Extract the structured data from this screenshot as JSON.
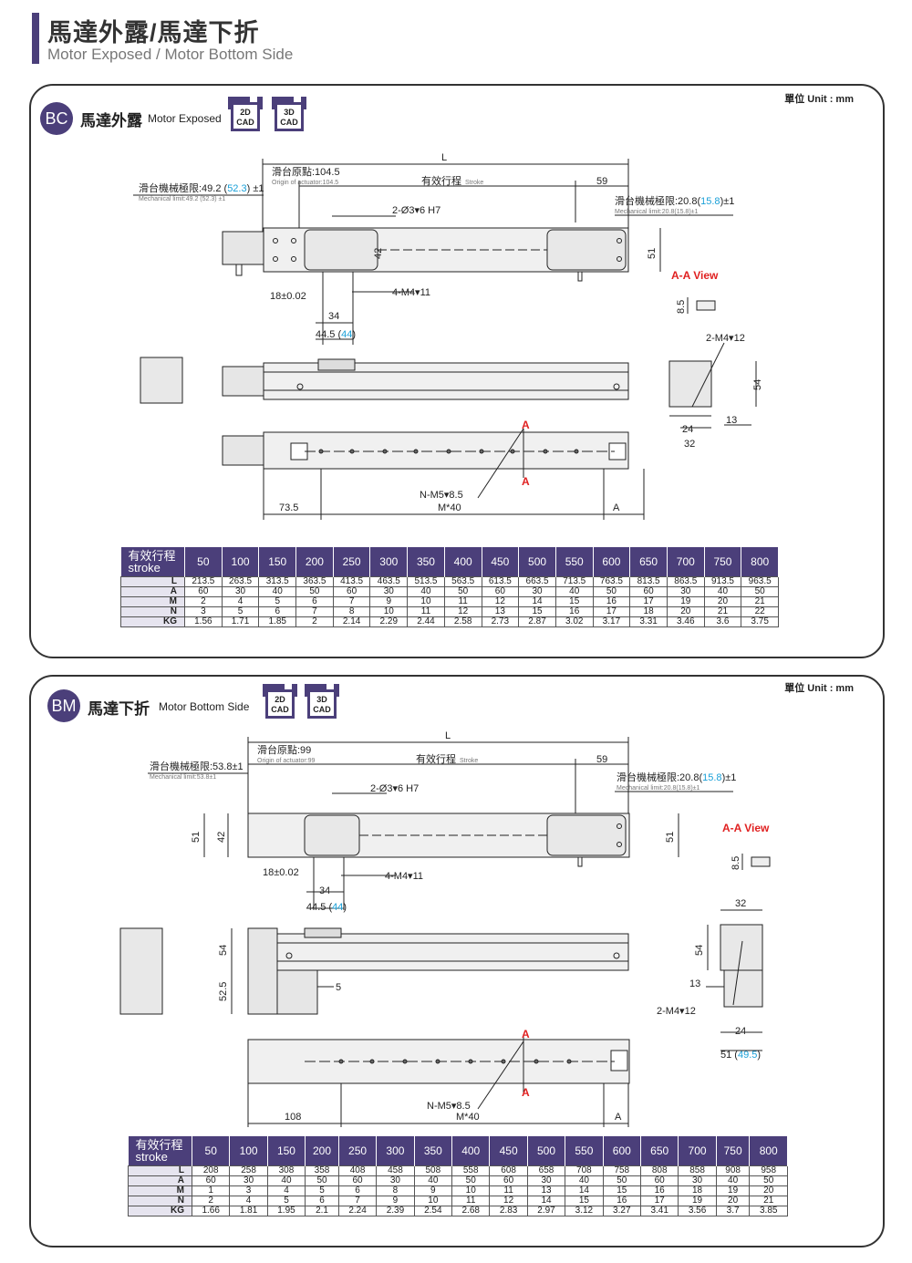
{
  "header": {
    "title": "馬達外露/馬達下折",
    "subtitle": "Motor Exposed / Motor Bottom Side"
  },
  "colors": {
    "accent": "#4b3f7a",
    "blue": "#1aa0d8",
    "red": "#e02020"
  },
  "sections": [
    {
      "unit": "單位 Unit : mm",
      "badge": "BC",
      "title_zh": "馬達外露",
      "title_en": "Motor Exposed",
      "cad": [
        {
          "line1": "2D",
          "line2": "CAD"
        },
        {
          "line1": "3D",
          "line2": "CAD"
        }
      ],
      "dims": {
        "L": "L",
        "origin_zh": "滑台原點:104.5",
        "origin_en": "Origin of actuator:104.5",
        "stroke_zh": "有效行程",
        "stroke_en": "Stroke",
        "d59": "59",
        "mech_left_zh": "滑台機械極限:49.2 (",
        "mech_left_blue": "52.3",
        "mech_left_tail": ") ±1",
        "mech_left_en": "Mechanical limit:49.2 (52.3) ±1",
        "mech_right_zh": "滑台機械極限:20.8(",
        "mech_right_blue": "15.8",
        "mech_right_tail": ")±1",
        "mech_right_en": "Mechanical limit:20.8(15.8)±1",
        "hole1": "2-Ø3▾6 H7",
        "d42": "42",
        "d51": "51",
        "aa_view": "A-A View",
        "d85": "8.5",
        "d18": "18±0.02",
        "tap1": "4-M4▾11",
        "d34": "34",
        "d445": "44.5 (",
        "d445b": "44",
        "d445t": ")",
        "tap2": "2-M4▾12",
        "d54": "54",
        "d13": "13",
        "d24": "24",
        "d32": "32",
        "a1": "A",
        "a2": "A",
        "a3": "A",
        "nm5": "N-M5▾8.5",
        "d735": "73.5",
        "m40": "M*40"
      },
      "table": {
        "header_zh": "有效行程",
        "header_en": "stroke",
        "strokes": [
          "50",
          "100",
          "150",
          "200",
          "250",
          "300",
          "350",
          "400",
          "450",
          "500",
          "550",
          "600",
          "650",
          "700",
          "750",
          "800"
        ],
        "rows": [
          {
            "name": "L",
            "values": [
              "213.5",
              "263.5",
              "313.5",
              "363.5",
              "413.5",
              "463.5",
              "513.5",
              "563.5",
              "613.5",
              "663.5",
              "713.5",
              "763.5",
              "813.5",
              "863.5",
              "913.5",
              "963.5"
            ]
          },
          {
            "name": "A",
            "values": [
              "60",
              "30",
              "40",
              "50",
              "60",
              "30",
              "40",
              "50",
              "60",
              "30",
              "40",
              "50",
              "60",
              "30",
              "40",
              "50"
            ]
          },
          {
            "name": "M",
            "values": [
              "2",
              "4",
              "5",
              "6",
              "7",
              "9",
              "10",
              "11",
              "12",
              "14",
              "15",
              "16",
              "17",
              "19",
              "20",
              "21"
            ]
          },
          {
            "name": "N",
            "values": [
              "3",
              "5",
              "6",
              "7",
              "8",
              "10",
              "11",
              "12",
              "13",
              "15",
              "16",
              "17",
              "18",
              "20",
              "21",
              "22"
            ]
          },
          {
            "name": "KG",
            "values": [
              "1.56",
              "1.71",
              "1.85",
              "2",
              "2.14",
              "2.29",
              "2.44",
              "2.58",
              "2.73",
              "2.87",
              "3.02",
              "3.17",
              "3.31",
              "3.46",
              "3.6",
              "3.75"
            ]
          }
        ]
      }
    },
    {
      "unit": "單位 Unit : mm",
      "badge": "BM",
      "title_zh": "馬達下折",
      "title_en": "Motor Bottom Side",
      "cad": [
        {
          "line1": "2D",
          "line2": "CAD"
        },
        {
          "line1": "3D",
          "line2": "CAD"
        }
      ],
      "dims": {
        "L": "L",
        "origin_zh": "滑台原點:99",
        "origin_en": "Origin of actuator:99",
        "stroke_zh": "有效行程",
        "stroke_en": "Stroke",
        "d59": "59",
        "mech_left_zh": "滑台機械極限:53.8±1",
        "mech_left_en": "Mechanical limit:53.8±1",
        "mech_right_zh": "滑台機械極限:20.8(",
        "mech_right_blue": "15.8",
        "mech_right_tail": ")±1",
        "mech_right_en": "Mechanical limit:20.8(15.8)±1",
        "hole1": "2-Ø3▾6 H7",
        "d51a": "51",
        "d42": "42",
        "d51b": "51",
        "aa_view": "A-A View",
        "d85": "8.5",
        "d18": "18±0.02",
        "tap1": "4-M4▾11",
        "d34": "34",
        "d445": "44.5 (",
        "d445b": "44",
        "d445t": ")",
        "d32": "32",
        "d54a": "54",
        "d525": "52.5",
        "d5": "5",
        "d54b": "54",
        "d13": "13",
        "tap2": "2-M4▾12",
        "d24": "24",
        "d51c": "51 (",
        "d51cb": "49.5",
        "d51ct": ")",
        "a1": "A",
        "a2": "A",
        "a3": "A",
        "nm5": "N-M5▾8.5",
        "d108": "108",
        "m40": "M*40"
      },
      "table": {
        "header_zh": "有效行程",
        "header_en": "stroke",
        "strokes": [
          "50",
          "100",
          "150",
          "200",
          "250",
          "300",
          "350",
          "400",
          "450",
          "500",
          "550",
          "600",
          "650",
          "700",
          "750",
          "800"
        ],
        "rows": [
          {
            "name": "L",
            "values": [
              "208",
              "258",
              "308",
              "358",
              "408",
              "458",
              "508",
              "558",
              "608",
              "658",
              "708",
              "758",
              "808",
              "858",
              "908",
              "958"
            ]
          },
          {
            "name": "A",
            "values": [
              "60",
              "30",
              "40",
              "50",
              "60",
              "30",
              "40",
              "50",
              "60",
              "30",
              "40",
              "50",
              "60",
              "30",
              "40",
              "50"
            ]
          },
          {
            "name": "M",
            "values": [
              "1",
              "3",
              "4",
              "5",
              "6",
              "8",
              "9",
              "10",
              "11",
              "13",
              "14",
              "15",
              "16",
              "18",
              "19",
              "20"
            ]
          },
          {
            "name": "N",
            "values": [
              "2",
              "4",
              "5",
              "6",
              "7",
              "9",
              "10",
              "11",
              "12",
              "14",
              "15",
              "16",
              "17",
              "19",
              "20",
              "21"
            ]
          },
          {
            "name": "KG",
            "values": [
              "1.66",
              "1.81",
              "1.95",
              "2.1",
              "2.24",
              "2.39",
              "2.54",
              "2.68",
              "2.83",
              "2.97",
              "3.12",
              "3.27",
              "3.41",
              "3.56",
              "3.7",
              "3.85"
            ]
          }
        ]
      }
    }
  ]
}
